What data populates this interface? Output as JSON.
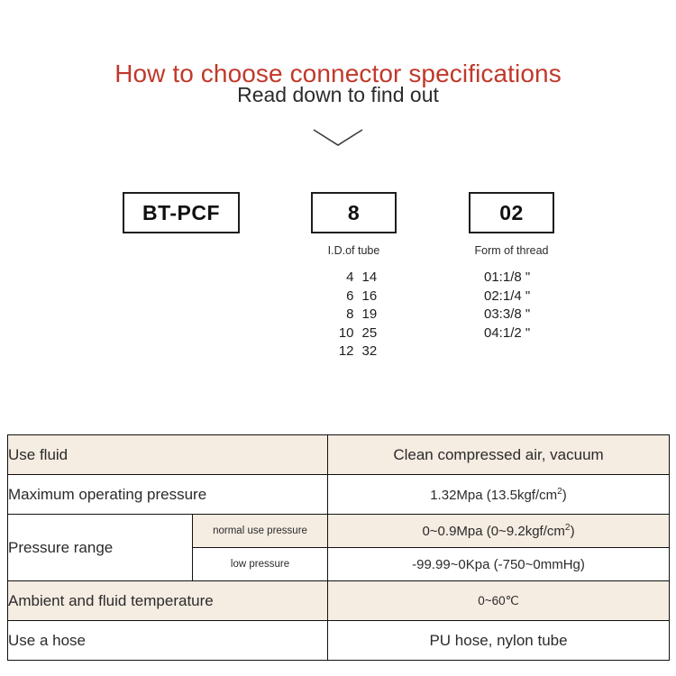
{
  "header": {
    "title": "How to choose connector specifications",
    "subtitle": "Read down to find out",
    "title_color": "#c0392b",
    "arrow_icon": "chevron-down-icon"
  },
  "code_builder": {
    "boxes": [
      {
        "value": "BT-PCF",
        "caption": ""
      },
      {
        "value": "8",
        "caption": "I.D.of tube"
      },
      {
        "value": "02",
        "caption": "Form of thread"
      }
    ],
    "id_of_tube_options": [
      {
        "a": "4",
        "b": "14"
      },
      {
        "a": "6",
        "b": "16"
      },
      {
        "a": "8",
        "b": "19"
      },
      {
        "a": "10",
        "b": "25"
      },
      {
        "a": "12",
        "b": "32"
      }
    ],
    "form_of_thread_options": [
      "01:1/8 \"",
      "02:1/4 \"",
      "03:3/8 \"",
      "04:1/2 \""
    ]
  },
  "spec_table": {
    "shade_color": "#f5ece2",
    "rows": [
      {
        "label": "Use fluid",
        "sublabel": "",
        "value": "Clean compressed air, vacuum"
      },
      {
        "label": "Maximum operating pressure",
        "sublabel": "",
        "value_prefix": "1.32Mpa  (13.5kgf/cm",
        "value_sup": "2",
        "value_suffix": ")"
      },
      {
        "label": "Pressure range",
        "sublabel": "normal use pressure",
        "value_prefix": "0~0.9Mpa  (0~9.2kgf/cm",
        "value_sup": "2",
        "value_suffix": ")"
      },
      {
        "label": "",
        "sublabel": "low pressure",
        "value": "-99.99~0Kpa  (-750~0mmHg)"
      },
      {
        "label": "Ambient and fluid temperature",
        "sublabel": "",
        "value": "0~60℃"
      },
      {
        "label": "Use a hose",
        "sublabel": "",
        "value": "PU hose, nylon tube"
      }
    ]
  }
}
